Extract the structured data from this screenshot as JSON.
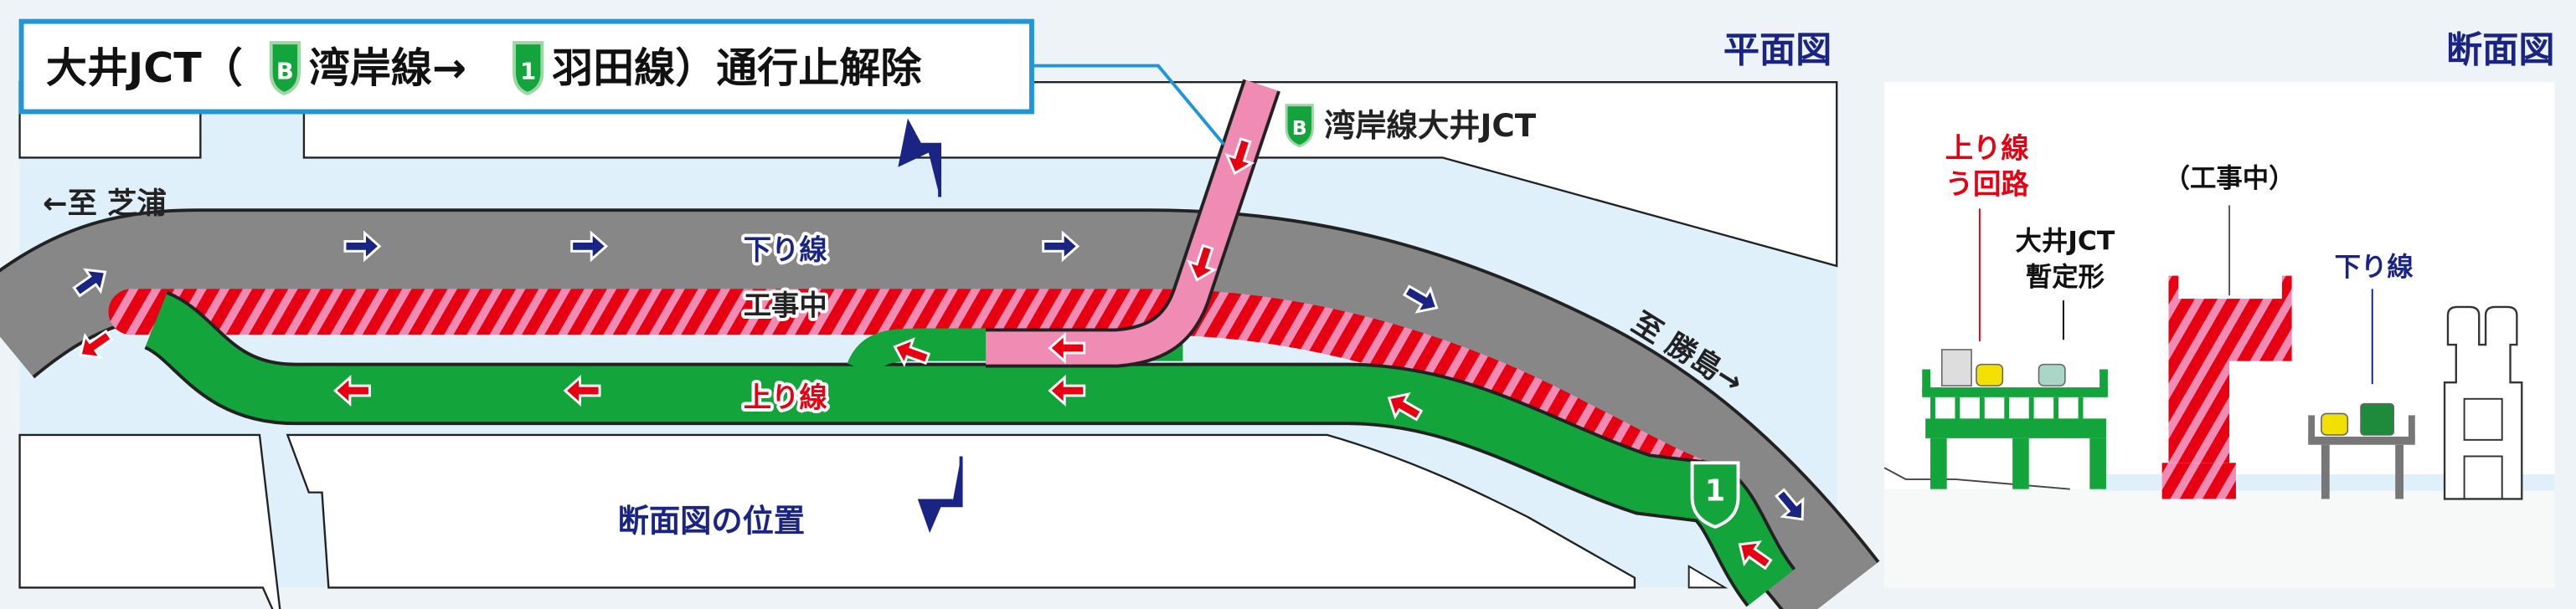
{
  "title": {
    "prefix": "大井JCT（",
    "route_b_badge": "B",
    "route_b": "湾岸線→",
    "route_1_badge": "1",
    "route_1": "羽田線）通行止解除"
  },
  "plan": {
    "heading": "平面図",
    "jct_badge": "B",
    "jct_label": "湾岸線大井JCT",
    "to_shibaura": "←至 芝浦",
    "to_katsushima": "至 勝島→",
    "down_line": "下り線",
    "construction": "工事中",
    "up_line": "上り線",
    "section_position": "断面図の位置",
    "route_badge": "1"
  },
  "section": {
    "heading": "断面図",
    "detour_line1": "上り線",
    "detour_line2": "う回路",
    "provisional_line1": "大井JCT",
    "provisional_line2": "暫定形",
    "construction": "（工事中）",
    "down_line": "下り線"
  },
  "colors": {
    "navy": "#1a2483",
    "red": "#e60012",
    "pink": "#f08cb4",
    "green": "#14a43c",
    "gray": "#878787",
    "water": "#dff0fa",
    "frame_blue": "#1e96d8"
  }
}
